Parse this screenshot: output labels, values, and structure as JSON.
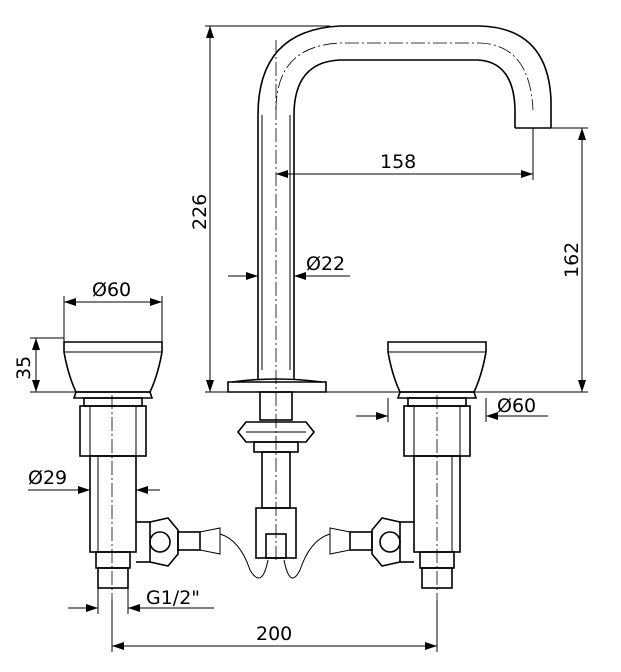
{
  "dimensions": {
    "spout_height": "226",
    "spout_reach": "158",
    "spout_diameter": "Ø22",
    "spout_outlet_height": "162",
    "left_handle_diameter": "Ø60",
    "handle_height": "35",
    "right_handle_diameter": "Ø60",
    "valve_body_diameter": "Ø29",
    "connection_thread": "G1/2\"",
    "center_distance": "200"
  }
}
